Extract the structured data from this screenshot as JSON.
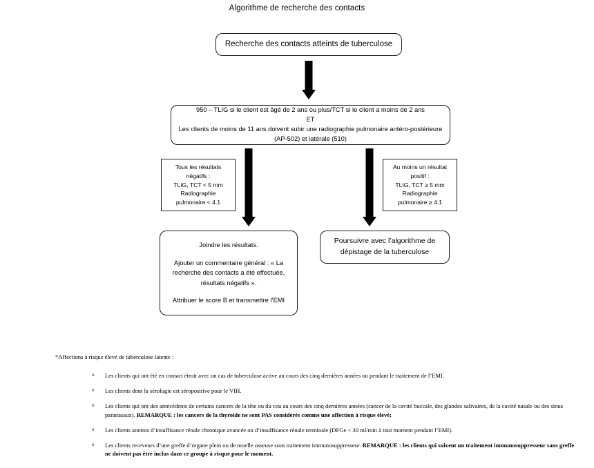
{
  "title": "Algorithme de recherche des contacts",
  "nodes": {
    "start": {
      "label": "Recherche des contacts atteints de tuberculose"
    },
    "tests": {
      "line1": "950 – TLIG si le client est âgé de 2 ans ou plus/TCT si le client a moins de 2 ans",
      "line2": "ET",
      "line3": "Les clients de moins de 11 ans doivent subir une radiographie pulmonaire antéro-postérieure",
      "line4": "(AP-502) et latérale (510)"
    },
    "neg_criteria": {
      "line1": "Tous les résultats",
      "line2": "négatifs :",
      "line3": "TLIG, TCT < 5 mm",
      "line4": "Radiographie",
      "line5": "pulmonaire < 4.1"
    },
    "pos_criteria": {
      "line1": "Au moins un résultat",
      "line2": "positif :",
      "line3": "TLIG, TCT ≥ 5 mm",
      "line4": "Radiographie",
      "line5": "pulmonaire ≥ 4.1"
    },
    "neg_action": {
      "line1": "Joindre les résultats.",
      "line2": "Ajouter un commentaire général : « La recherche des contacts a été effectuée, résultats négatifs ».",
      "line3": "Attribuer le score B et transmettre l’EMI"
    },
    "pos_action": {
      "line1": "Poursuivre avec l’algorithme de",
      "line2": "dépistage de la tuberculose"
    }
  },
  "footnote": {
    "heading": "*Affections à risque élevé de tuberculose latente :",
    "bullet_marker": "o",
    "items": [
      {
        "text": "Les clients qui ont été en contact étroit avec un cas de tuberculose active au cours des cinq dernières années ou pendant le traitement de l’EMI.",
        "bold_text": ""
      },
      {
        "text": "Les clients dont la sérologie est séropositive pour le VIH.",
        "bold_text": ""
      },
      {
        "text": "Les clients qui ont des antécédents de certains cancers de la tête ou du cou au cours des cinq dernières années (cancer de la cavité buccale, des glandes salivaires, de la cavité nasale ou des sinus paranasaux). ",
        "bold_text": "REMARQUE : les cancers de la thyroïde ne sont PAS considérés comme une affection à risque élevé;"
      },
      {
        "text": "Les clients atteints d’insuffisance rénale chronique avancée ou d’insuffisance rénale terminale (DFGe < 30 ml/min à tout moment pendant l’EMI).",
        "bold_text": ""
      },
      {
        "text": " Les clients receveurs d’une greffe d’organe plein ou de moelle osseuse sous traitement immunosuppresseur. ",
        "bold_text": "REMARQUE : les clients qui suivent un traitement immunosuppresseur sans greffe ne doivent pas être inclus dans ce groupe à risque pour le moment."
      }
    ]
  }
}
